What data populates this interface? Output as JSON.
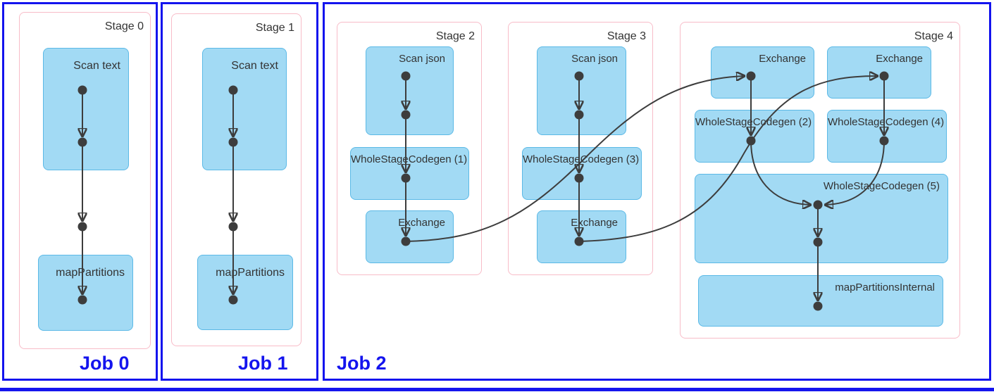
{
  "diagram_type": "spark-dag-visualization",
  "colors": {
    "job_border": "#1414ee",
    "job_label_text": "#1414ee",
    "stage_border": "#f8bcc8",
    "node_fill": "#a2daf4",
    "node_border": "#5bb9e6",
    "edge_stroke": "#3d3d3d",
    "label_text": "#333333",
    "background": "#ffffff"
  },
  "jobs": [
    {
      "label": "Job 0",
      "stages": [
        {
          "label": "Stage 0",
          "nodes": [
            {
              "label": "Scan text"
            },
            {
              "label": "mapPartitions"
            }
          ]
        }
      ]
    },
    {
      "label": "Job 1",
      "stages": [
        {
          "label": "Stage 1",
          "nodes": [
            {
              "label": "Scan text"
            },
            {
              "label": "mapPartitions"
            }
          ]
        }
      ]
    },
    {
      "label": "Job 2",
      "stages": [
        {
          "label": "Stage 2",
          "nodes": [
            {
              "label": "Scan json"
            },
            {
              "label": "WholeStageCodegen (1)"
            },
            {
              "label": "Exchange"
            }
          ]
        },
        {
          "label": "Stage 3",
          "nodes": [
            {
              "label": "Scan json"
            },
            {
              "label": "WholeStageCodegen (3)"
            },
            {
              "label": "Exchange"
            }
          ]
        },
        {
          "label": "Stage 4",
          "nodes": [
            {
              "label": "Exchange"
            },
            {
              "label": "Exchange"
            },
            {
              "label": "WholeStageCodegen (2)"
            },
            {
              "label": "WholeStageCodegen (4)"
            },
            {
              "label": "WholeStageCodegen (5)"
            },
            {
              "label": "mapPartitionsInternal"
            }
          ]
        }
      ]
    }
  ],
  "edges": [
    {
      "from": "stage0.scan-text",
      "to": "stage0.mapPartitions"
    },
    {
      "from": "stage1.scan-text",
      "to": "stage1.mapPartitions"
    },
    {
      "from": "stage2.scan-json",
      "to": "stage2.wholestagecodegen-1"
    },
    {
      "from": "stage2.wholestagecodegen-1",
      "to": "stage2.exchange"
    },
    {
      "from": "stage3.scan-json",
      "to": "stage3.wholestagecodegen-3"
    },
    {
      "from": "stage3.wholestagecodegen-3",
      "to": "stage3.exchange"
    },
    {
      "from": "stage2.exchange",
      "to": "stage4.exchange-left"
    },
    {
      "from": "stage3.exchange",
      "to": "stage4.exchange-right"
    },
    {
      "from": "stage4.exchange-left",
      "to": "stage4.wholestagecodegen-2"
    },
    {
      "from": "stage4.exchange-right",
      "to": "stage4.wholestagecodegen-4"
    },
    {
      "from": "stage4.wholestagecodegen-2",
      "to": "stage4.wholestagecodegen-5"
    },
    {
      "from": "stage4.wholestagecodegen-4",
      "to": "stage4.wholestagecodegen-5"
    },
    {
      "from": "stage4.wholestagecodegen-5",
      "to": "stage4.mapPartitionsInternal"
    }
  ]
}
